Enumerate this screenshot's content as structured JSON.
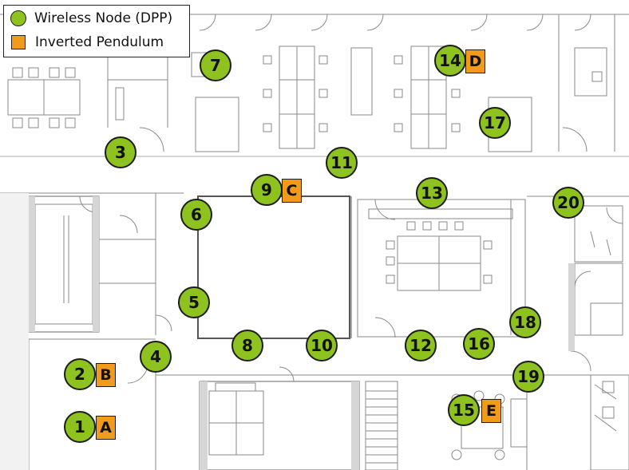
{
  "legend": {
    "node_label": "Wireless Node (DPP)",
    "pendulum_label": "Inverted Pendulum"
  },
  "nodes": [
    "1",
    "2",
    "3",
    "4",
    "5",
    "6",
    "7",
    "8",
    "9",
    "10",
    "11",
    "12",
    "13",
    "14",
    "15",
    "16",
    "17",
    "18",
    "19",
    "20"
  ],
  "pendulums": [
    "A",
    "B",
    "C",
    "D",
    "E"
  ],
  "colors": {
    "node": "#8dc21f",
    "pendulum": "#f29a1a",
    "outline": "#1d1d1d"
  }
}
